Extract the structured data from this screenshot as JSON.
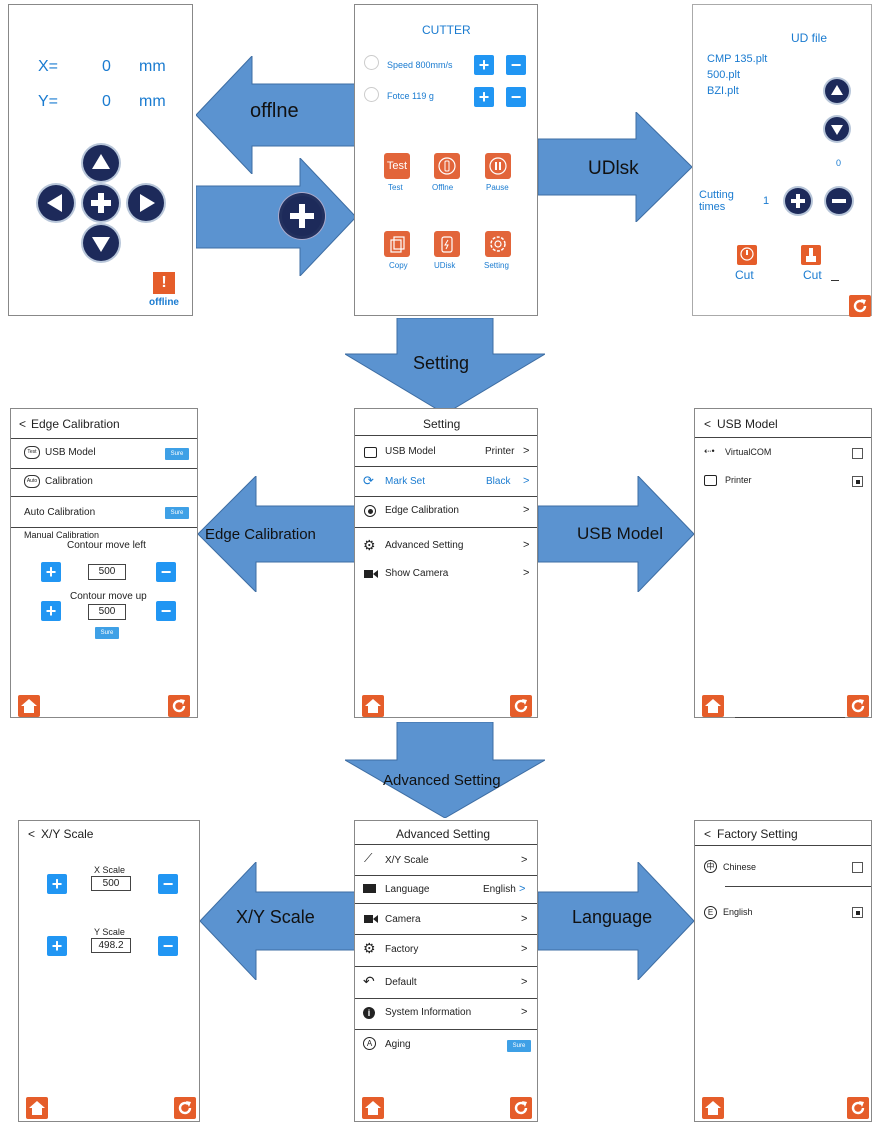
{
  "colors": {
    "accent_blue": "#1a7bd0",
    "arrow_fill": "#5b93d0",
    "orange": "#e55d2a",
    "button_blue": "#2196f3"
  },
  "offline_panel": {
    "x_label": "X=",
    "x_value": "0",
    "x_unit": "mm",
    "y_label": "Y=",
    "y_value": "0",
    "y_unit": "mm",
    "status": "offline"
  },
  "cutter_panel": {
    "title": "CUTTER",
    "speed_label": "Speed 800mm/s",
    "force_label": "Fotce  119  g",
    "tiles": [
      {
        "label": "Test",
        "icon_text": "Test"
      },
      {
        "label": "Offlne",
        "icon_text": ""
      },
      {
        "label": "Pause",
        "icon_text": ""
      },
      {
        "label": "Copy",
        "icon_text": ""
      },
      {
        "label": "UDisk",
        "icon_text": ""
      },
      {
        "label": "Setting",
        "icon_text": ""
      }
    ]
  },
  "udisk_panel": {
    "title": "UD file",
    "files": [
      "CMP 135.plt",
      "500.plt",
      "BZI.plt"
    ],
    "count": "0",
    "cutting_label_1": "Cutting",
    "cutting_label_2": "times",
    "cutting_value": "1",
    "cut_label_1": "Cut",
    "cut_label_2": "Cut"
  },
  "arrows": {
    "offline": "offlne",
    "udisk": "UDlsk",
    "setting": "Setting",
    "edge_calibration": "Edge Calibration",
    "usb_model": "USB Model",
    "advanced_setting": "Advanced Setting",
    "xy_scale": "X/Y Scale",
    "language": "Language"
  },
  "edge_panel": {
    "title": "Edge Calibration",
    "usb_model": "USB Model",
    "calibration": "Calibration",
    "auto_calibration": "Auto Calibration",
    "manual_calibration": "Manual Calibration",
    "contour_left": "Contour move left",
    "left_value": "500",
    "contour_up": "Contour move up",
    "up_value": "500",
    "sure": "Sure",
    "usb_icon_text": "Test",
    "cal_icon_text": "Auto"
  },
  "setting_panel": {
    "title": "Setting",
    "rows": [
      {
        "label": "USB Model",
        "value": "Printer"
      },
      {
        "label": "Mark Set",
        "value": "Black"
      },
      {
        "label": "Edge Calibration",
        "value": ""
      },
      {
        "label": "Advanced Setting",
        "value": ""
      },
      {
        "label": "Show Camera",
        "value": ""
      }
    ]
  },
  "usb_panel": {
    "title": "USB Model",
    "options": [
      {
        "label": "VirtualCOM",
        "checked": false
      },
      {
        "label": "Printer",
        "checked": true
      }
    ]
  },
  "xy_panel": {
    "title": "X/Y Scale",
    "x_label": "X Scale",
    "x_value": "500",
    "y_label": "Y Scale",
    "y_value": "498.2"
  },
  "advanced_panel": {
    "title": "Advanced Setting",
    "rows": [
      {
        "label": "X/Y Scale",
        "value": ""
      },
      {
        "label": "Language",
        "value": "English"
      },
      {
        "label": "Camera",
        "value": ""
      },
      {
        "label": "Factory",
        "value": ""
      },
      {
        "label": "Default",
        "value": ""
      },
      {
        "label": "System Information",
        "value": ""
      },
      {
        "label": "Aging",
        "value": ""
      }
    ],
    "sure": "Sure"
  },
  "factory_panel": {
    "title": "Factory Setting",
    "options": [
      {
        "label": "Chinese",
        "checked": false
      },
      {
        "label": "English",
        "checked": true
      }
    ]
  }
}
